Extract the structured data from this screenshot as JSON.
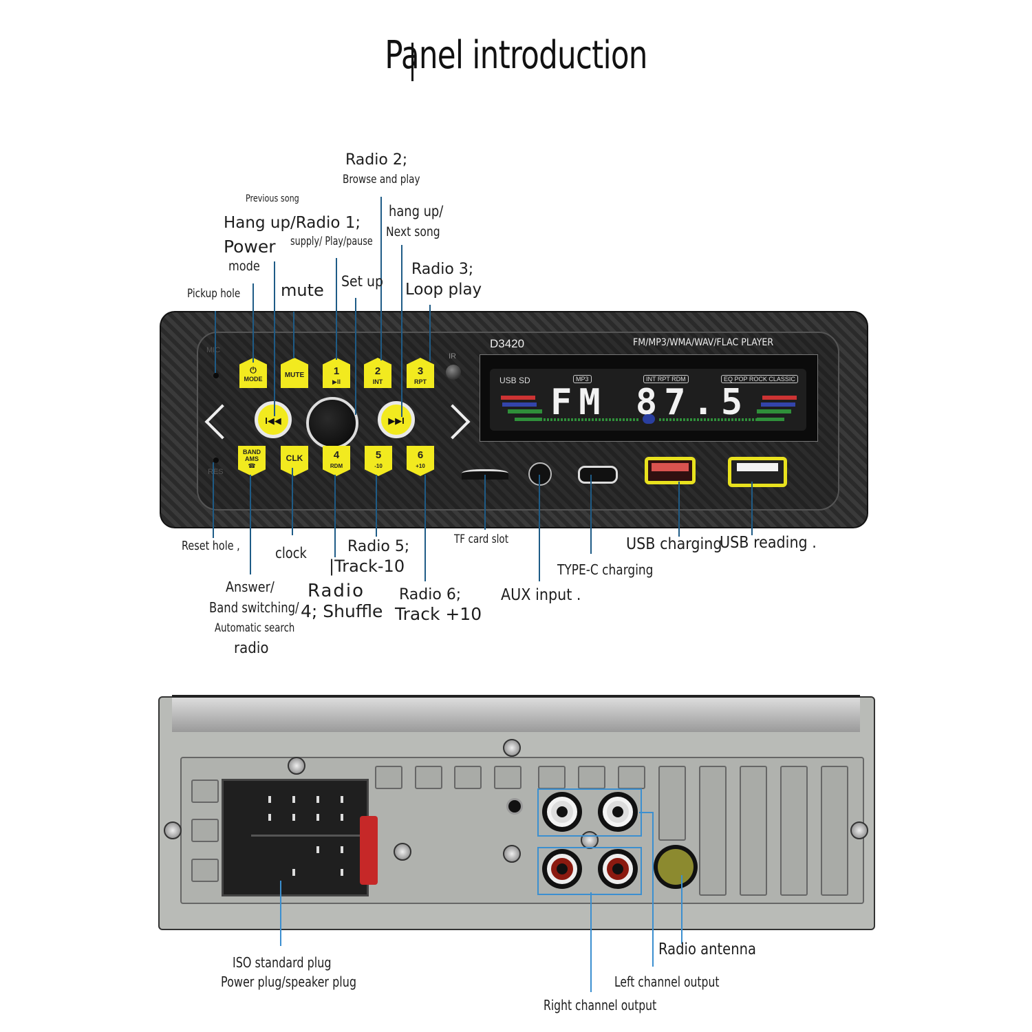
{
  "title": "Panel introduction",
  "front_panel": {
    "model": "D3420",
    "formats": "FM/MP3/WMA/WAV/FLAC PLAYER",
    "display": {
      "main_text": "FM 87.5",
      "source_labels": "USB SD",
      "mp3_label": "MP3",
      "mode_labels": "INT RPT RDM",
      "eq_labels": "EQ POP ROCK CLASSIC"
    },
    "panel_marks": {
      "mic": "MIC",
      "res": "RES",
      "ir": "IR"
    },
    "buttons": {
      "mode": {
        "icon": "⏻",
        "label": "MODE"
      },
      "mute": {
        "label": "MUTE"
      },
      "b1": {
        "num": "1",
        "sub": "▶II"
      },
      "b2": {
        "num": "2",
        "sub": "INT"
      },
      "b3": {
        "num": "3",
        "sub": "RPT"
      },
      "band": {
        "label": "BAND AMS",
        "icon": "☎"
      },
      "clk": {
        "label": "CLK"
      },
      "b4": {
        "num": "4",
        "sub": "RDM"
      },
      "b5": {
        "num": "5",
        "sub": "-10"
      },
      "b6": {
        "num": "6",
        "sub": "+10"
      },
      "prev": {
        "glyph": "I◀◀"
      },
      "next": {
        "glyph": "▶▶I"
      }
    }
  },
  "callouts_front_top": {
    "pickup_hole": "Pickup hole",
    "power_mode_small": "Previous song",
    "hang_up_radio1": "Hang up/Radio 1;",
    "power": "Power",
    "mode": "mode",
    "supply_play_pause": "supply/ Play/pause",
    "mute": "mute",
    "set_up": "Set up",
    "radio2": "Radio 2;",
    "browse_and_play": "Browse and play",
    "hang_up": "hang up/",
    "next_song": "Next song",
    "radio3": "Radio 3;",
    "loop_play": "Loop play"
  },
  "callouts_front_bottom": {
    "reset_hole": "Reset hole ,",
    "clock": "clock",
    "radio5": "Radio 5;",
    "track_minus": "|Track-10",
    "tf_card_slot": "TF card slot",
    "answer": "Answer/",
    "band_switching": "Band switching/",
    "automatic_search": "Automatic search",
    "radio_word": "radio",
    "radio4_a": "Radio",
    "radio4_b": "4; Shuffle",
    "radio6": "Radio 6;",
    "track_plus": "Track +10",
    "aux_input": "AUX input .",
    "type_c": "TYPE-C charging",
    "usb_charging": "USB charging",
    "usb_reading": "USB reading ."
  },
  "callouts_rear": {
    "iso_plug": "ISO standard plug",
    "power_speaker_plug": "Power plug/speaker plug",
    "radio_antenna": "Radio antenna",
    "left_channel": "Left channel output",
    "right_channel": "Right channel output"
  }
}
